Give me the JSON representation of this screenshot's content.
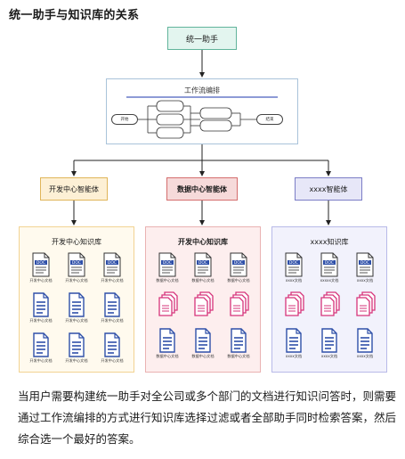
{
  "title": "统一助手与知识库的关系",
  "top_node": "统一助手",
  "workflow": {
    "title": "工作流编排",
    "start": "开始",
    "end": "结束"
  },
  "agents": [
    "开发中心智能体",
    "数据中心智能体",
    "xxxx智能体"
  ],
  "kbs": [
    {
      "title": "开发中心知识库",
      "labels": [
        "开发中心文档",
        "开发中心文档",
        "开发中心文档",
        "开发中心文档",
        "开发中心文档",
        "开发中心文档",
        "开发中心文档",
        "开发中心文档",
        "开发中心文档"
      ]
    },
    {
      "title": "开发中心知识库",
      "labels": [
        "数据中心文档",
        "数据中心文档",
        "数据中心文档",
        "数据中心文档",
        "数据中心文档",
        "数据中心文档"
      ]
    },
    {
      "title": "xxxx知识库",
      "labels": [
        "xxxx文档",
        "xxxxx文档",
        "xxxx文档",
        "xxxx文档",
        "xxxx文档",
        "xxxx文档"
      ]
    }
  ],
  "doc_text": "DOC",
  "description": "当用户需要构建统一助手对全公司或多个部门的文档进行知识问答时，则需要通过工作流编排的方式进行知识库选择过滤或者全部助手同时检索答案，然后综合选一个最好的答案。",
  "colors": {
    "top": "#61b49b",
    "dev": "#e0b559",
    "data": "#d46e6e",
    "xxxx": "#7b7dc6",
    "doc_blue": "#2e4fa8",
    "doc_pink": "#d6337a"
  }
}
